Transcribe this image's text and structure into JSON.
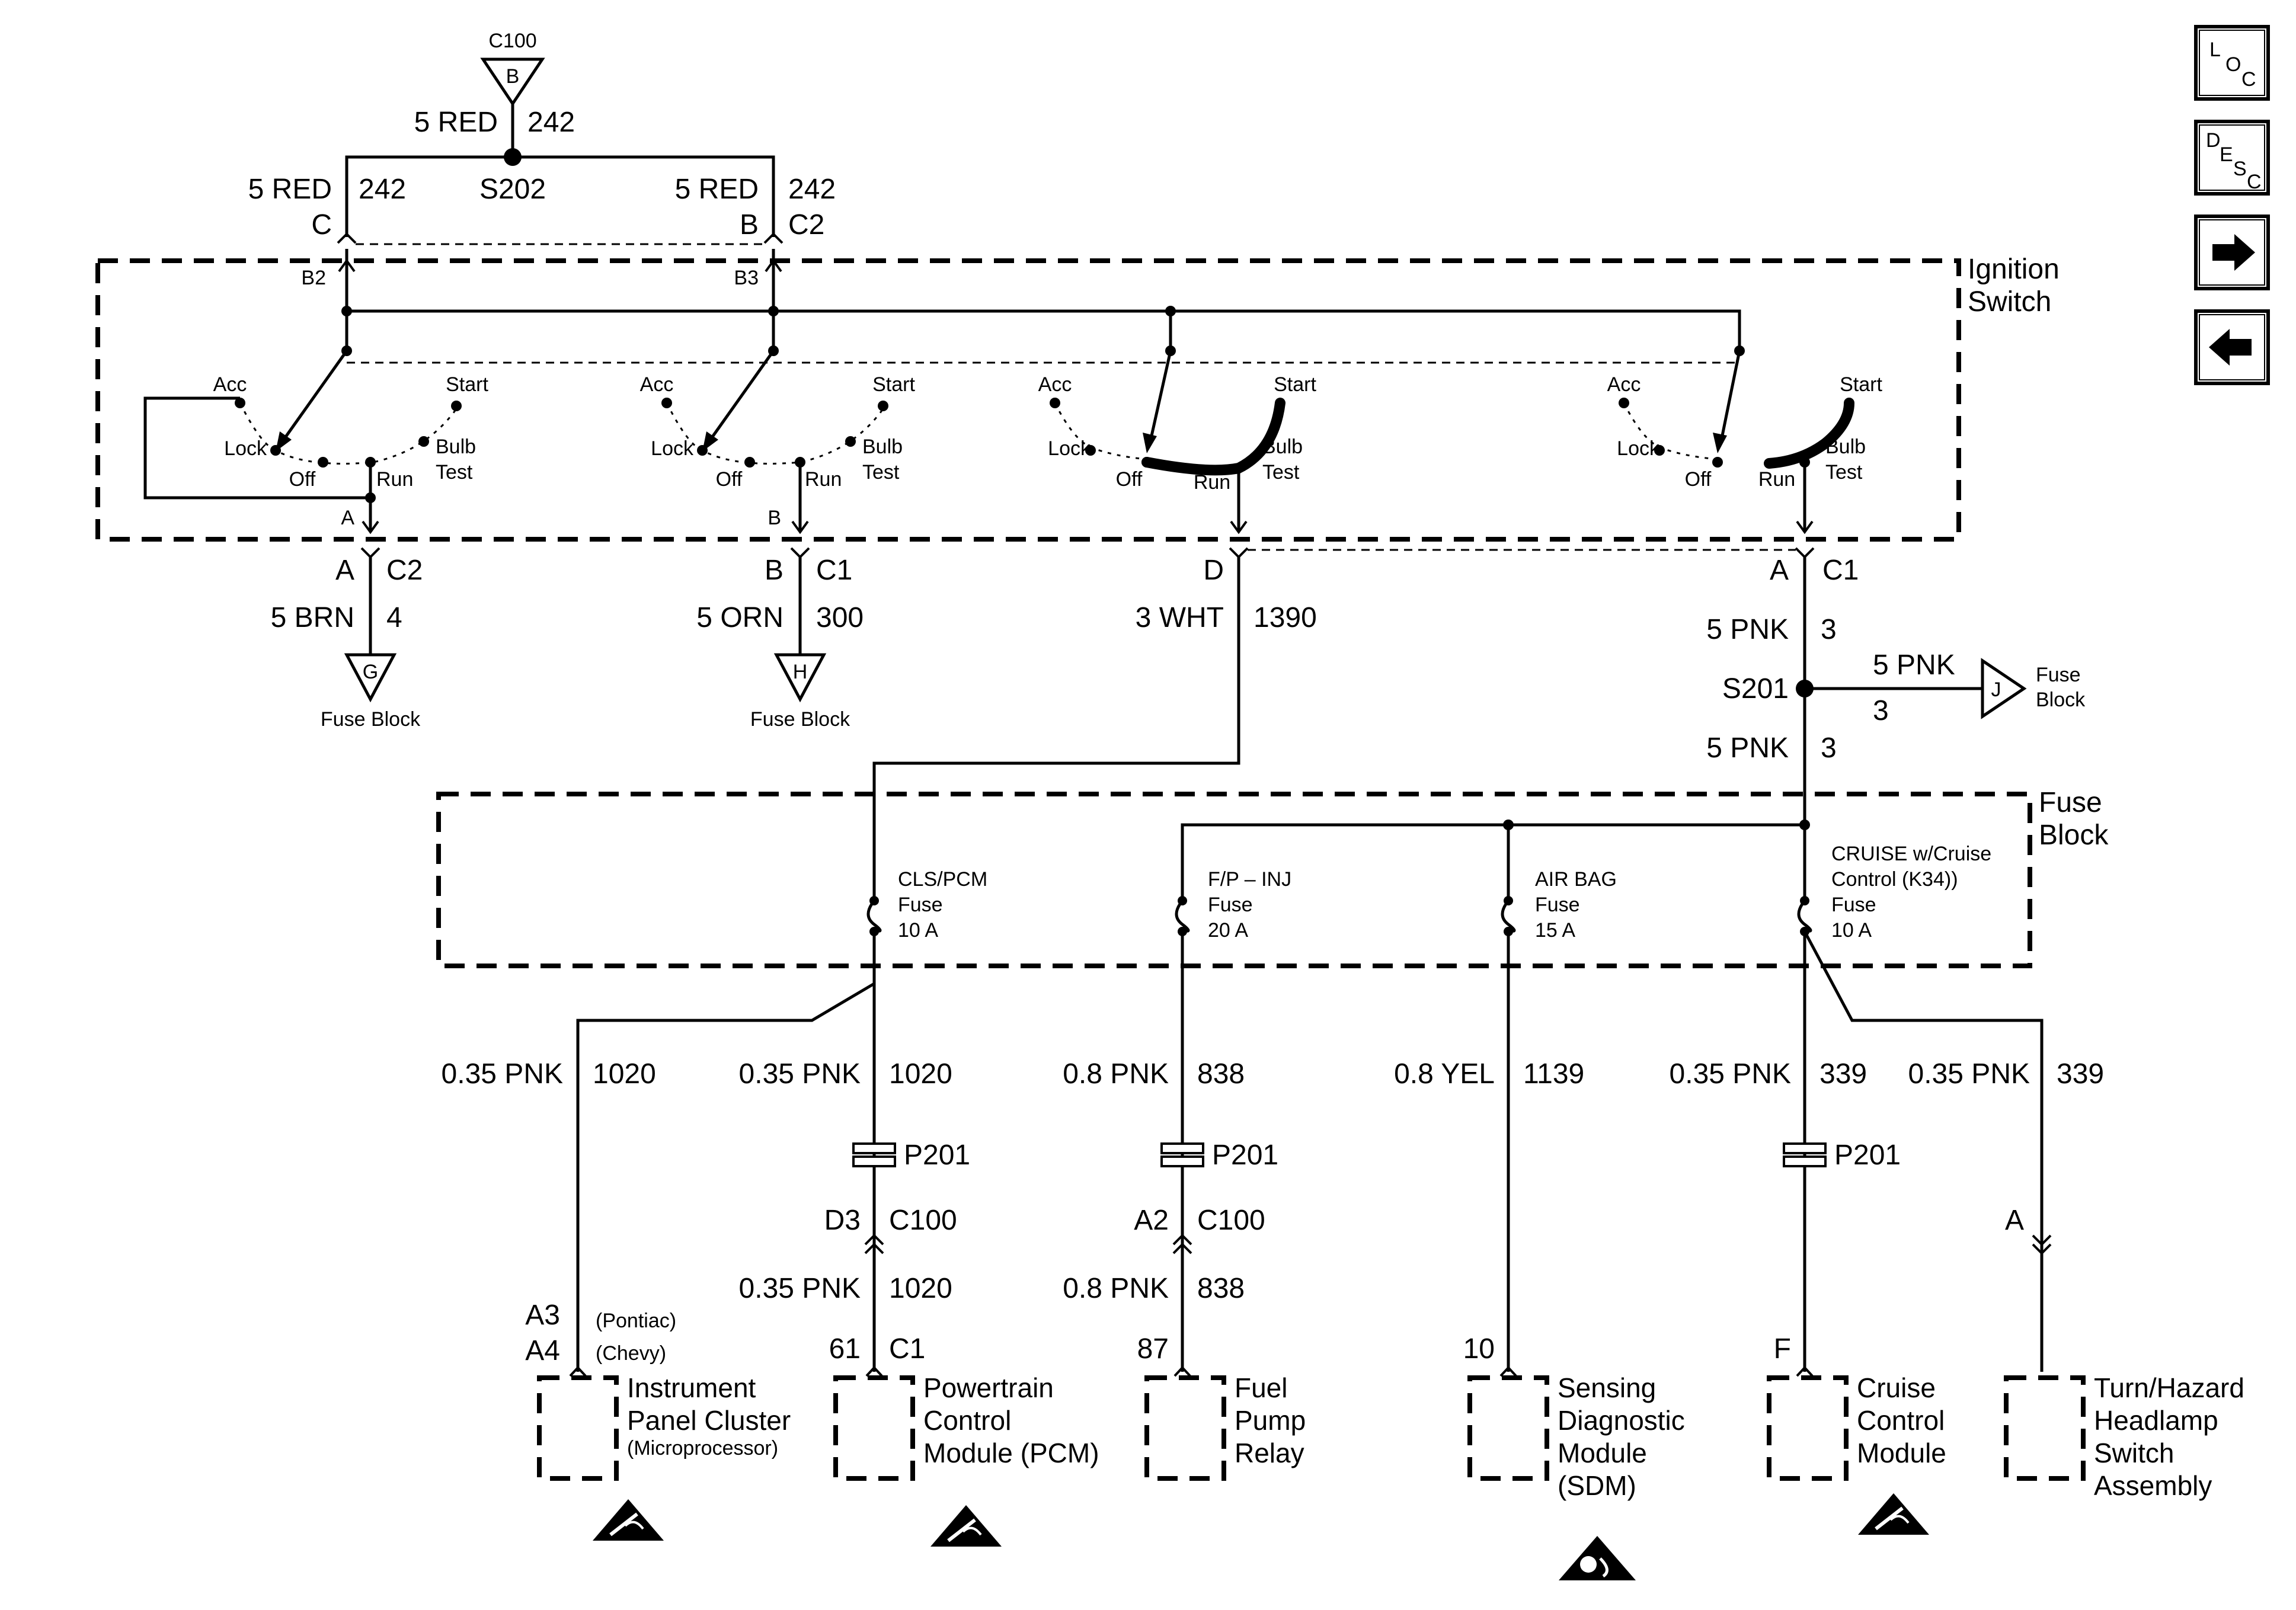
{
  "top": {
    "c100_label": "C100",
    "c100_pin": "B",
    "feed_wire": "5 RED",
    "feed_circuit": "242",
    "splice": "S202",
    "left_wire": "5 RED",
    "left_circuit": "242",
    "left_pin": "C",
    "right_wire": "5 RED",
    "right_circuit": "242",
    "right_pin": "B",
    "right_conn": "C2"
  },
  "ignition_switch": {
    "title_line1": "Ignition",
    "title_line2": "Switch",
    "terminal_b2": "B2",
    "terminal_b3": "B3",
    "terminal_a": "A",
    "terminal_b": "B",
    "positions": {
      "acc": "Acc",
      "start": "Start",
      "lock": "Lock",
      "off": "Off",
      "run": "Run",
      "bulb": "Bulb",
      "test": "Test"
    }
  },
  "switch_outputs": [
    {
      "pin": "A",
      "conn": "C2",
      "wire": "5 BRN",
      "circuit": "4",
      "ref": "G",
      "dest": "Fuse Block"
    },
    {
      "pin": "B",
      "conn": "C1",
      "wire": "5 ORN",
      "circuit": "300",
      "ref": "H",
      "dest": "Fuse Block"
    },
    {
      "pin": "D",
      "conn": "",
      "wire": "3 WHT",
      "circuit": "1390",
      "ref": "",
      "dest": ""
    },
    {
      "pin": "A",
      "conn": "C1",
      "wire": "5 PNK",
      "circuit": "3",
      "ref": "",
      "dest": ""
    }
  ],
  "s201": {
    "splice": "S201",
    "branch_wire": "5 PNK",
    "branch_circuit": "3",
    "branch_ref": "J",
    "branch_dest_line1": "Fuse",
    "branch_dest_line2": "Block",
    "lower_wire": "5 PNK",
    "lower_circuit": "3"
  },
  "fuse_block": {
    "title_line1": "Fuse",
    "title_line2": "Block",
    "fuses": [
      {
        "line1": "CLS/PCM",
        "line2": "Fuse",
        "line3": "10 A"
      },
      {
        "line1": "F/P – INJ",
        "line2": "Fuse",
        "line3": "20 A"
      },
      {
        "line1": "AIR BAG",
        "line2": "Fuse",
        "line3": "15 A"
      },
      {
        "line1": "CRUISE w/Cruise",
        "line2": "Control (K34))",
        "line3": "Fuse",
        "line4": "10 A"
      }
    ]
  },
  "branches": [
    {
      "wire": "0.35 PNK",
      "circuit": "1020",
      "pins": "A3",
      "pins2": "A4",
      "note1": "(Pontiac)",
      "note2": "(Chevy)",
      "module": [
        "Instrument",
        "Panel Cluster",
        "(Microprocessor)"
      ]
    },
    {
      "wire": "0.35 PNK",
      "circuit": "1020",
      "inline": "P201",
      "conn_pin": "D3",
      "conn": "C100",
      "wire2": "0.35 PNK",
      "circuit2": "1020",
      "pin": "61",
      "pin_conn": "C1",
      "module": [
        "Powertrain",
        "Control",
        "Module (PCM)"
      ]
    },
    {
      "wire": "0.8 PNK",
      "circuit": "838",
      "inline": "P201",
      "conn_pin": "A2",
      "conn": "C100",
      "wire2": "0.8 PNK",
      "circuit2": "838",
      "pin": "87",
      "module": [
        "Fuel",
        "Pump",
        "Relay"
      ]
    },
    {
      "wire": "0.8 YEL",
      "circuit": "1139",
      "pin": "10",
      "module": [
        "Sensing",
        "Diagnostic",
        "Module",
        "(SDM)"
      ]
    },
    {
      "wire": "0.35 PNK",
      "circuit": "339",
      "inline": "P201",
      "pin": "F",
      "module": [
        "Cruise",
        "Control",
        "Module"
      ]
    },
    {
      "wire": "0.35 PNK",
      "circuit": "339",
      "pin": "A",
      "module": [
        "Turn/Hazard",
        "Headlamp",
        "Switch",
        "Assembly"
      ]
    }
  ],
  "nav": {
    "loc_l": "L",
    "loc_o": "O",
    "loc_c": "C",
    "desc_d": "D",
    "desc_e": "E",
    "desc_s": "S",
    "desc_c": "C"
  },
  "colors": {
    "line": "#000000",
    "background": "#ffffff"
  }
}
